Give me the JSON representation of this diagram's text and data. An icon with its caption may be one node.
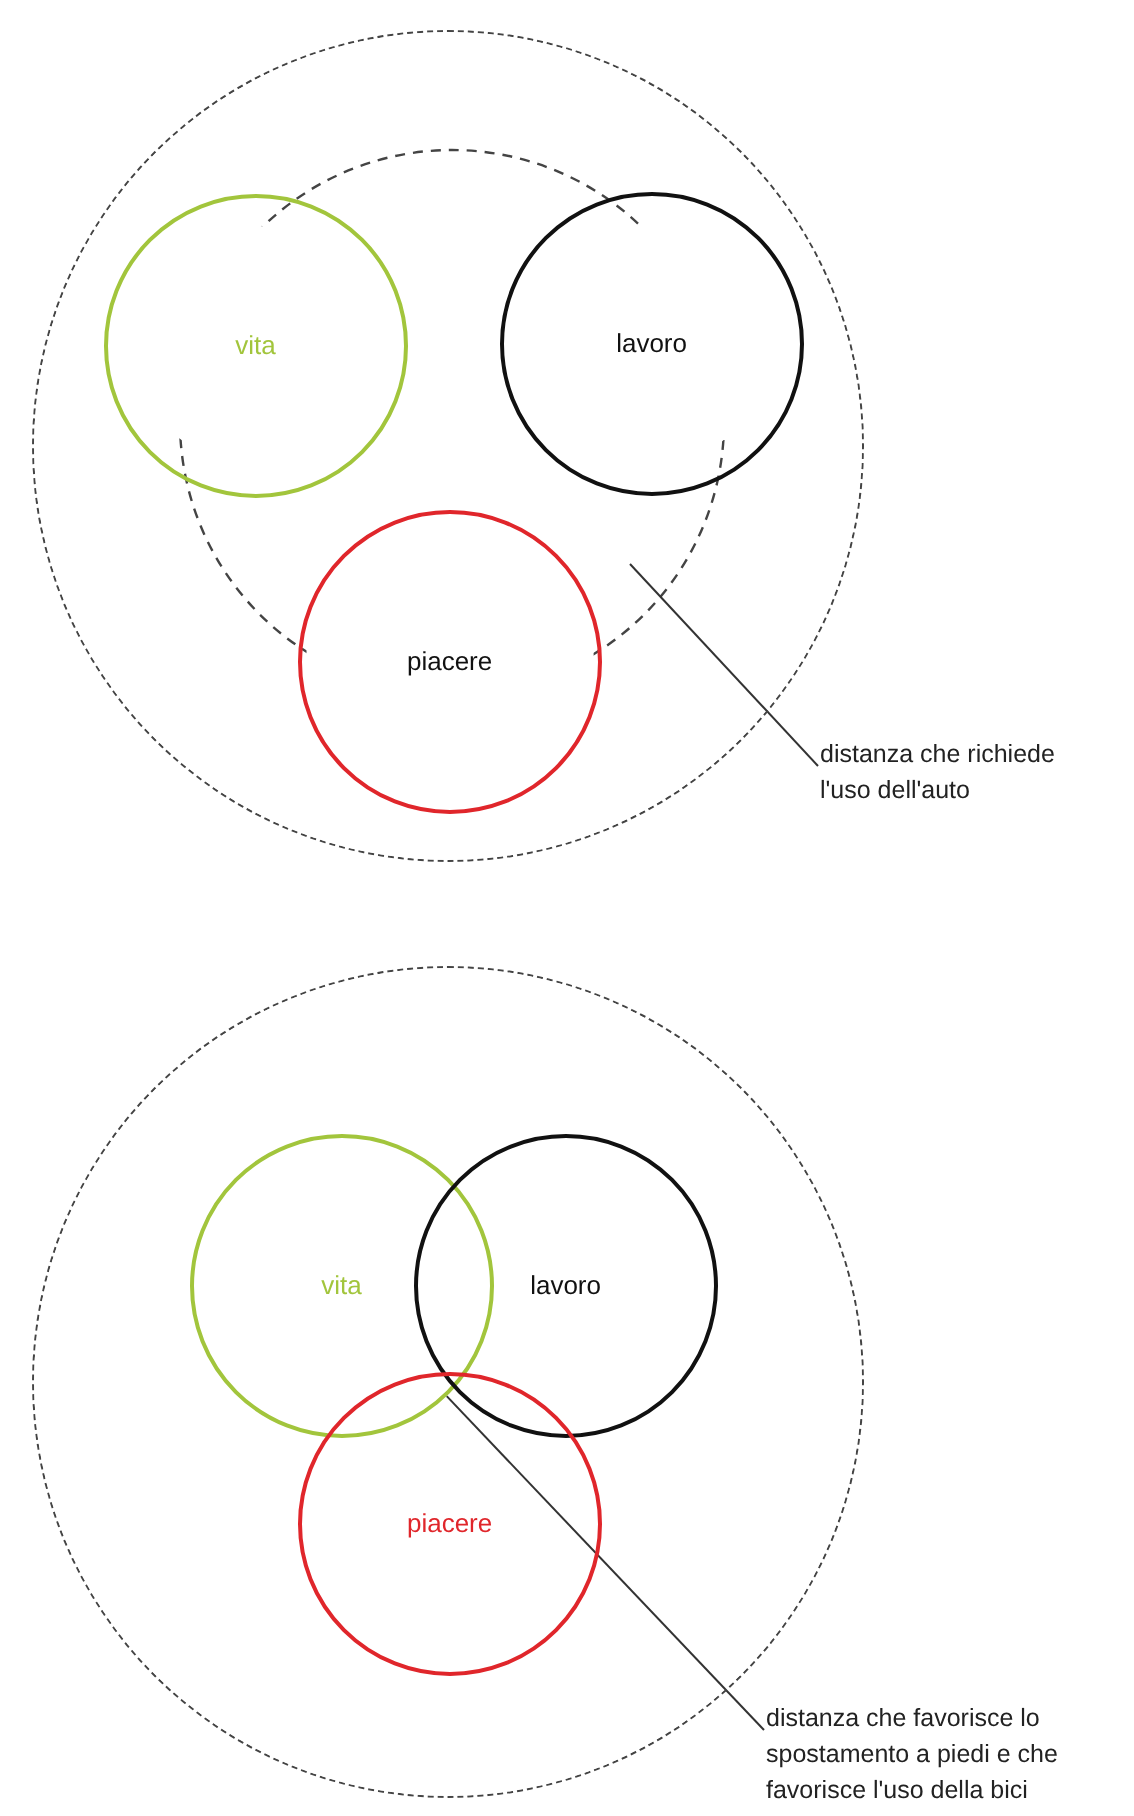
{
  "diagram": {
    "nodes": [
      {
        "text": [],
        "shape": "circle"
      },
      {
        "text": [
          "vita"
        ],
        "in": 0
      },
      {
        "text": [
          "lavoro"
        ],
        "in": 0
      },
      {
        "text": [
          "piacere"
        ],
        "in": 0
      },
      {
        "text": [
          "distanza che richiede l'uso dell'auto"
        ]
      },
      {
        "text": [],
        "shape": "circle"
      },
      {
        "text": [
          "vita"
        ],
        "in": 5
      },
      {
        "text": [
          "lavoro"
        ],
        "in": 5
      },
      {
        "text": [
          "piacere"
        ],
        "in": 5
      },
      {
        "text": [
          "distanza che favorisce lo spostamento a piedi e che favorisce l'uso della bici"
        ]
      }
    ],
    "edges": [
      {
        "from": 4,
        "to": null,
        "arrow": "none"
      },
      {
        "from": 9,
        "to": 6,
        "arrow": "none"
      }
    ]
  }
}
